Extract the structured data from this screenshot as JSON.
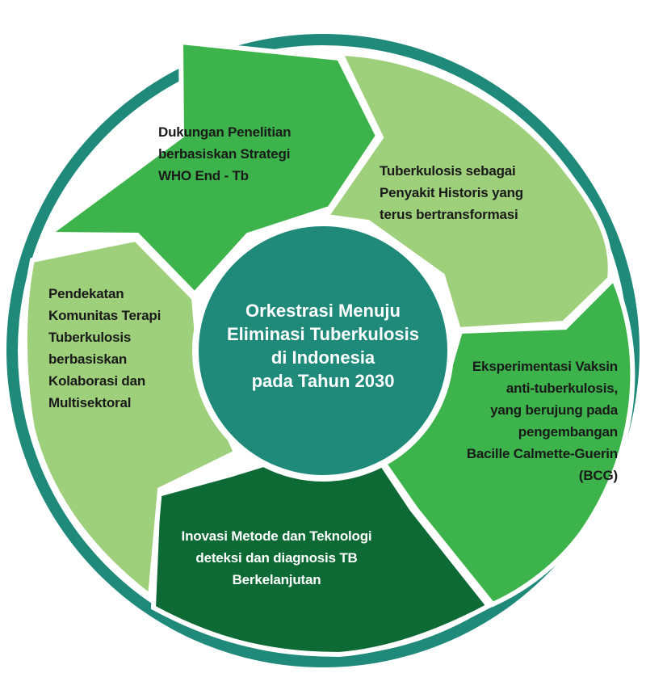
{
  "center": {
    "label": "Orkestrasi Menuju\nEliminasi Tuberkulosis\ndi Indonesia\npada Tahun 2030"
  },
  "segments": [
    {
      "id": "top-left",
      "label": "Dukungan Penelitian\nberbasiskan Strategi\nWHO End - Tb",
      "color": "#3cb44b"
    },
    {
      "id": "top-right",
      "label": "Tuberkulosis sebagai\nPenyakit Historis yang\nterus bertransformasi",
      "color": "#9ecf7a"
    },
    {
      "id": "right",
      "label": "Eksperimentasi Vaksin\nanti-tuberkulosis,\nyang berujung pada\npengembangan\nBacille Calmette-Guerin\n(BCG)",
      "color": "#3cb44b"
    },
    {
      "id": "bottom",
      "label": "Inovasi Metode dan Teknologi\ndeteksi dan diagnosis TB\nBerkelanjutan",
      "color": "#0e6a35"
    },
    {
      "id": "left",
      "label": "Pendekatan\nKomunitas Terapi\nTuberkulosis\nberbasiskan\nKolaborasi dan\nMultisektoral",
      "color": "#9ecf7a"
    }
  ],
  "colors": {
    "ring": "#1f8a7a",
    "hub": "#1f8a7a",
    "gap": "#ffffff"
  }
}
